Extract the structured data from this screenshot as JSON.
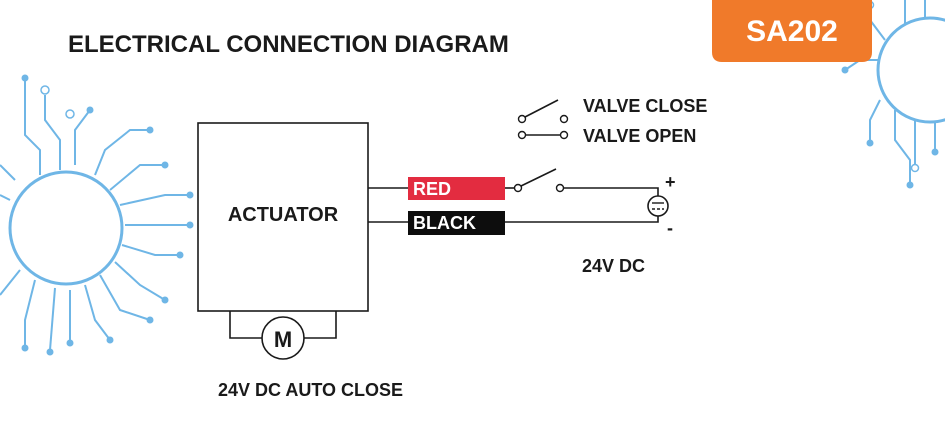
{
  "title": "ELECTRICAL CONNECTION DIAGRAM",
  "badge": {
    "text": "SA202",
    "color": "#f07a2a"
  },
  "actuator_label": "ACTUATOR",
  "motor_label": "M",
  "auto_close_label": "24V DC AUTO CLOSE",
  "wires": [
    {
      "label": "RED",
      "color": "#e32c40"
    },
    {
      "label": "BLACK",
      "color": "#0d0d0d"
    }
  ],
  "legend": [
    {
      "label": "VALVE CLOSE",
      "symbol": "switch-open"
    },
    {
      "label": "VALVE OPEN",
      "symbol": "switch-closed"
    }
  ],
  "supply": {
    "plus": "+",
    "minus": "-",
    "label": "24V DC"
  },
  "decor_color": "#6fb6e6"
}
